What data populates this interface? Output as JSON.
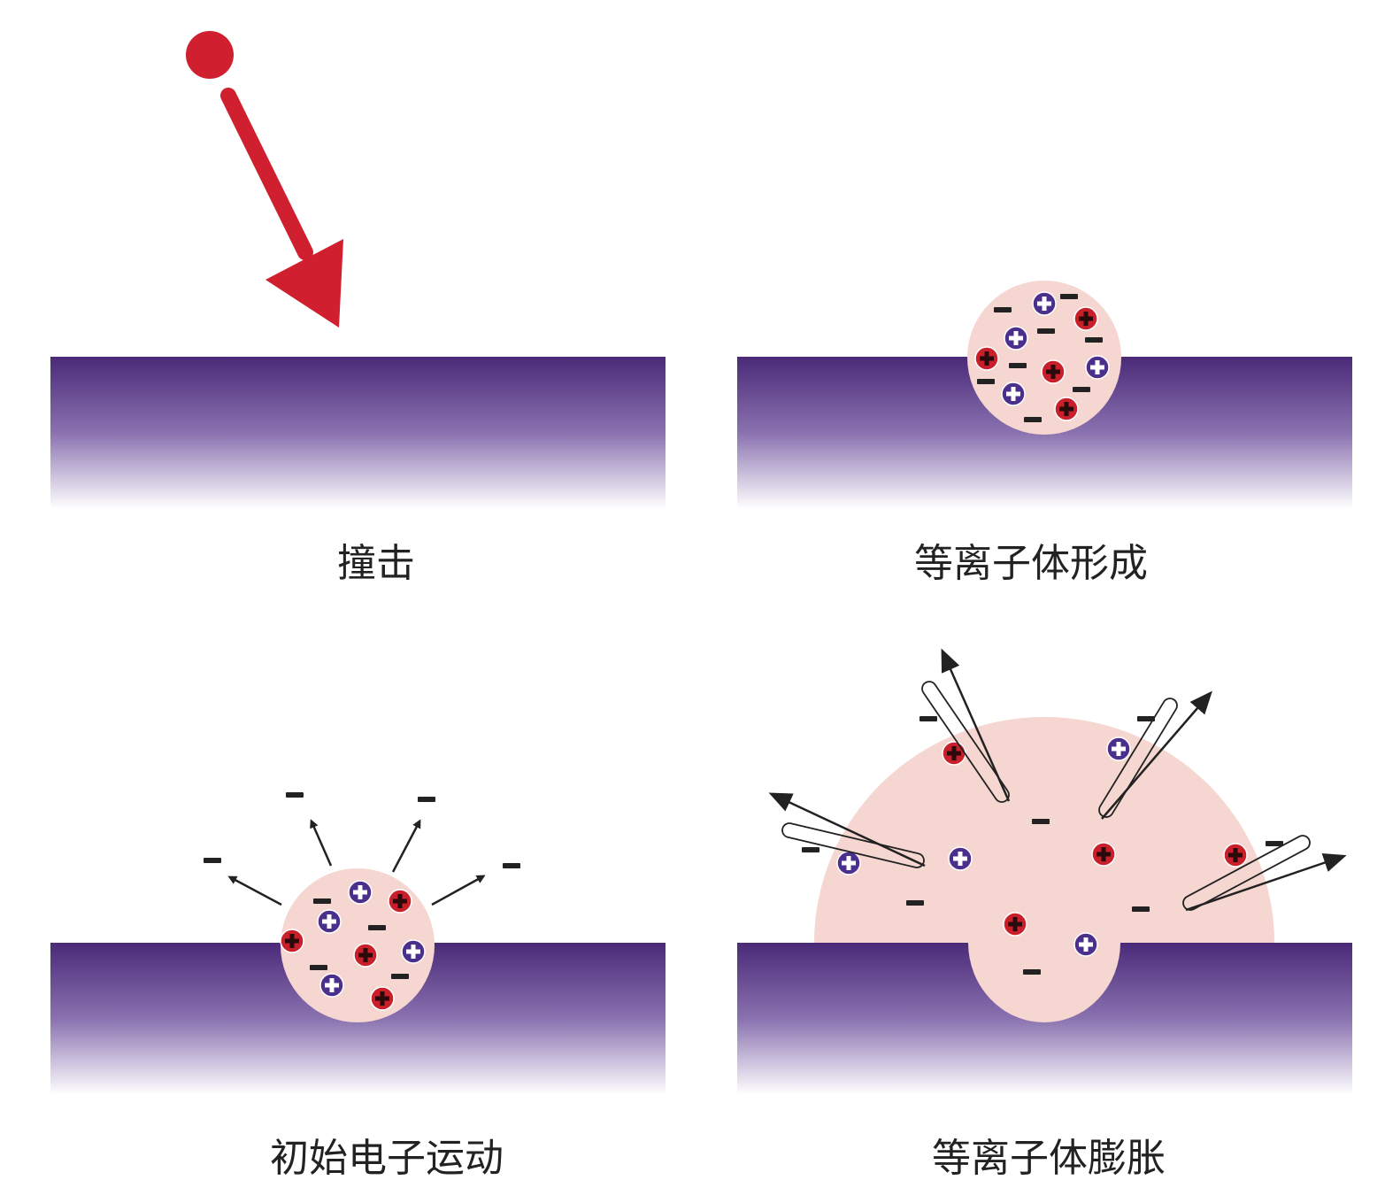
{
  "panels": [
    {
      "label": "撞击"
    },
    {
      "label": "等离子体形成"
    },
    {
      "label": "初始电子运动"
    },
    {
      "label": "等离子体膨胀"
    }
  ],
  "colors": {
    "projectile": "#d0202f",
    "substrate_top": "#4a2a78",
    "plasma": "#f6d6d1",
    "positive_ion_blue": "#4b2f8c",
    "positive_ion_red": "#c81f2a",
    "electron": "#222222",
    "arrow": "#222222"
  },
  "symbols": {
    "positive": "+",
    "negative": "−"
  }
}
